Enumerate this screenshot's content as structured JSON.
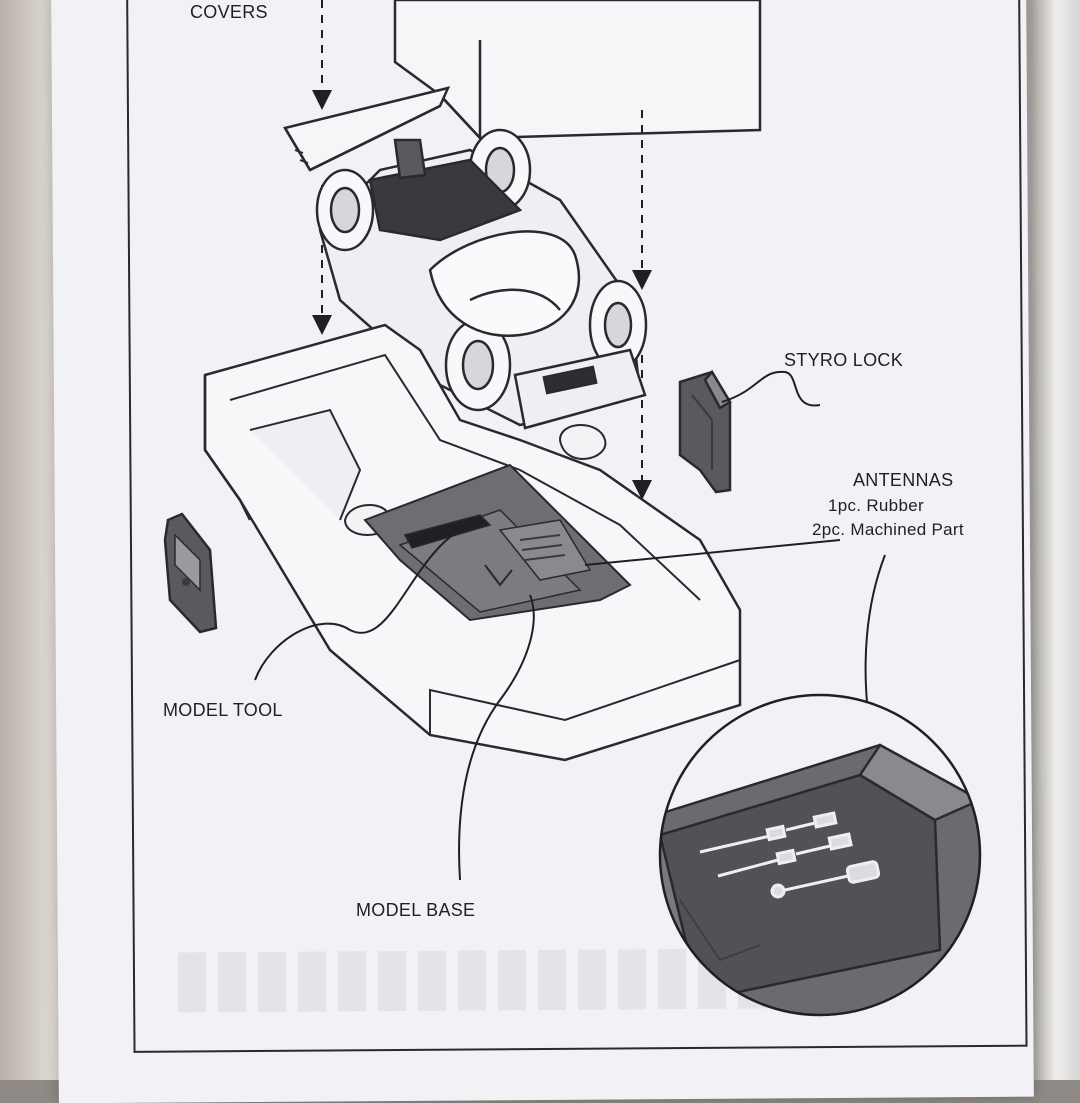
{
  "labels": {
    "covers": "COVERS",
    "styro_lock": "STYRO LOCK",
    "antennas_title": "ANTENNAS",
    "antennas_line1": "1pc. Rubber",
    "antennas_line2": "2pc. Machined Part",
    "model_tool": "MODEL TOOL",
    "model_base": "MODEL BASE"
  },
  "colors": {
    "paper": "#f2f1f6",
    "ink": "#1f1f24",
    "tray_gray": "#6e6e72",
    "part_dark": "#5a5a5e"
  }
}
